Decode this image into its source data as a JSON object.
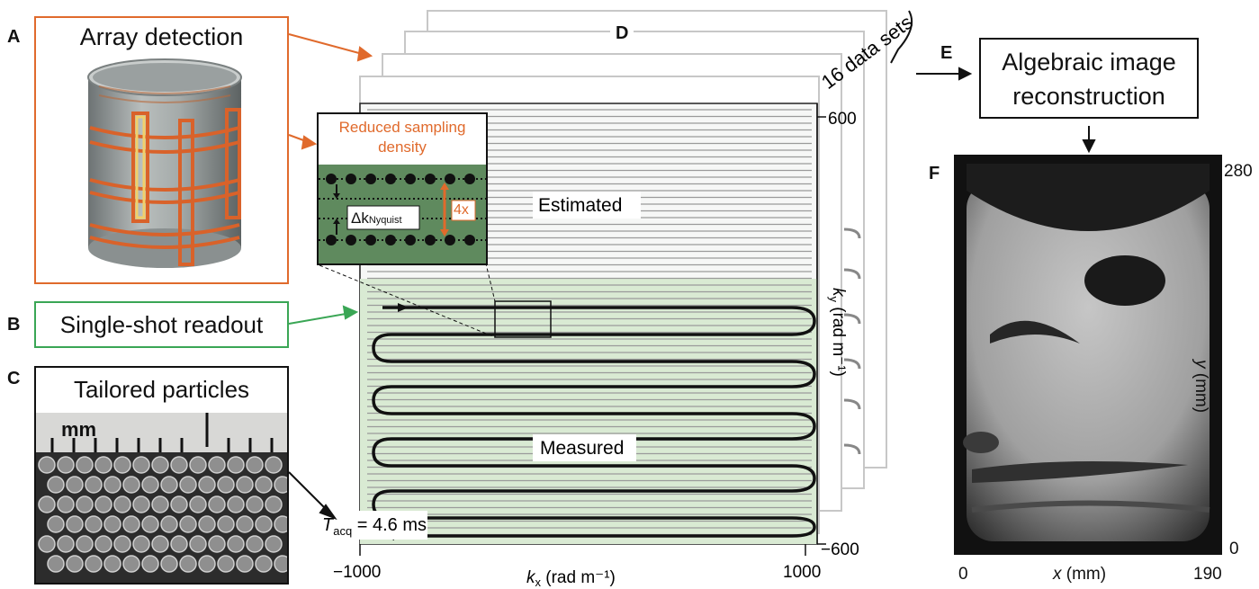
{
  "panels": {
    "a": {
      "letter": "A",
      "title": "Array detection"
    },
    "b": {
      "letter": "B",
      "title": "Single-shot readout"
    },
    "c": {
      "letter": "C",
      "title": "Tailored particles",
      "scale_label": "mm"
    },
    "d": {
      "letter": "D",
      "stack_label": "16 data sets",
      "inset_title_line1": "Reduced sampling",
      "inset_title_line2": "density",
      "delta_k": "Δk",
      "delta_k_sub": "Nyquist",
      "factor": "4x",
      "estimated": "Estimated",
      "measured": "Measured",
      "tacq": "T",
      "tacq_sub": "acq",
      "tacq_value": " = 4.6 ms",
      "ky_label": "k",
      "ky_sub": "y",
      "ky_unit": " (rad m⁻¹)",
      "kx_label": "k",
      "kx_sub": "x",
      "kx_unit": " (rad m⁻¹)",
      "ky_ticks": [
        "600",
        "−600"
      ],
      "kx_ticks": [
        "−1000",
        "1000"
      ]
    },
    "e": {
      "letter": "E",
      "title_line1": "Algebraic image",
      "title_line2": "reconstruction"
    },
    "f": {
      "letter": "F",
      "x_label": "x",
      "x_unit": " (mm)",
      "y_label": "y",
      "y_unit": " (mm)",
      "x_ticks": [
        "0",
        "190"
      ],
      "y_ticks": [
        "280",
        "0"
      ]
    }
  },
  "colors": {
    "accent_orange": "#e06a2c",
    "accent_green": "#3aa655",
    "measured_fill": "#d9ead3"
  }
}
